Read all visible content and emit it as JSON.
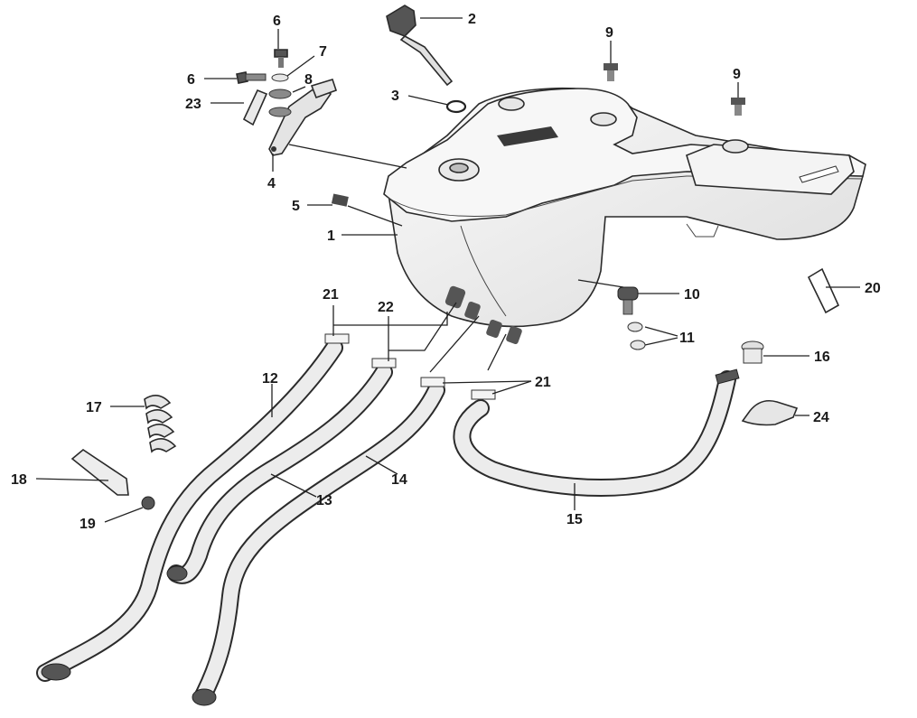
{
  "diagram": {
    "callouts": {
      "c1": "1",
      "c2": "2",
      "c3": "3",
      "c4": "4",
      "c5": "5",
      "c6a": "6",
      "c6b": "6",
      "c7": "7",
      "c8": "8",
      "c9a": "9",
      "c9b": "9",
      "c10": "10",
      "c11": "11",
      "c12": "12",
      "c13": "13",
      "c14": "14",
      "c15": "15",
      "c16": "16",
      "c17": "17",
      "c18": "18",
      "c19": "19",
      "c20": "20",
      "c21a": "21",
      "c21b": "21",
      "c22": "22",
      "c23": "23",
      "c24": "24"
    },
    "colors": {
      "part_fill": "#f2f2f2",
      "part_shade": "#d9d9d9",
      "dark_part": "#555555",
      "outline": "#2a2a2a"
    }
  }
}
